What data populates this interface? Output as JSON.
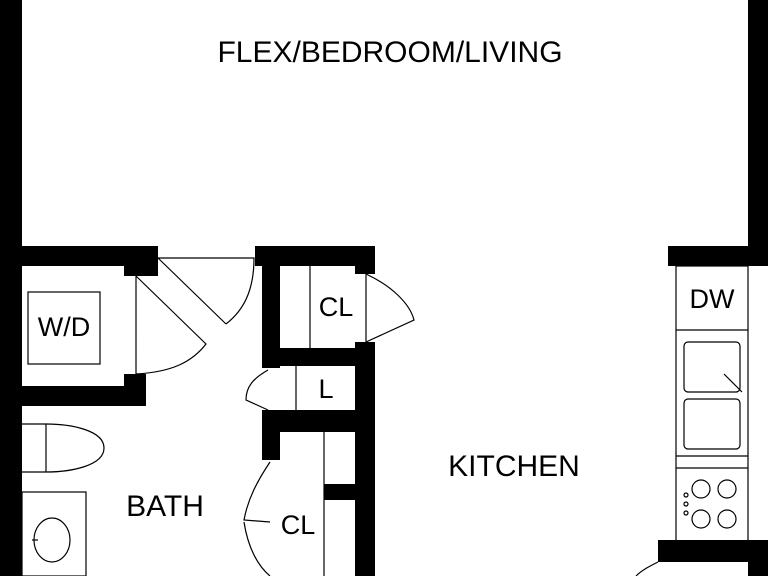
{
  "rooms": {
    "flex": "FLEX/BEDROOM/LIVING",
    "wd": "W/D",
    "cl_upper": "CL",
    "linen": "L",
    "kitchen": "KITCHEN",
    "bath": "BATH",
    "cl_lower": "CL",
    "dw": "DW"
  },
  "colors": {
    "wall": "#000000",
    "background": "#ffffff"
  }
}
